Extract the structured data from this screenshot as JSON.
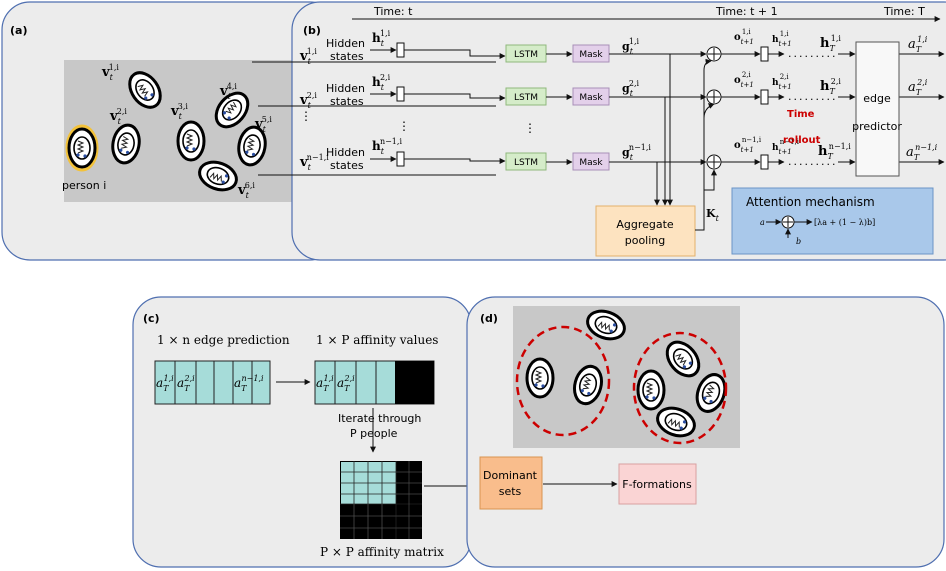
{
  "panel_a": {
    "label": "(a)",
    "vectors": [
      "v",
      "v",
      "v",
      "v",
      "v",
      "v"
    ],
    "vector_subs": [
      "t",
      "t",
      "t",
      "t",
      "t",
      "t"
    ],
    "vector_sups": [
      "1,i",
      "2,i",
      "3,i",
      "4,i",
      "5,i",
      "6,i"
    ],
    "person_label": "person i"
  },
  "panel_b": {
    "label": "(b)",
    "time_t": "Time: t",
    "time_t1": "Time: t + 1",
    "time_T": "Time: T",
    "rows": [
      {
        "v_sup": "1,i",
        "hidden": "Hidden",
        "states": "states",
        "h_sup": "1,i",
        "g_sup": "1,i",
        "o_sup": "1,i",
        "h1_sup": "1,i",
        "hT_sup": "1,i",
        "a_sup": "1,i"
      },
      {
        "v_sup": "2,i",
        "hidden": "Hidden",
        "states": "states",
        "h_sup": "2,i",
        "g_sup": "2,i",
        "o_sup": "2,i",
        "h1_sup": "2,i",
        "hT_sup": "2,i",
        "a_sup": "2,i"
      },
      {
        "v_sup": "n−1,i",
        "hidden": "Hidden",
        "states": "states",
        "h_sup": "n−1,i",
        "g_sup": "n−1,i",
        "o_sup": "n−1,i",
        "h1_sup": "n−1,i",
        "hT_sup": "n−1,i",
        "a_sup": "n−1,i"
      }
    ],
    "lstm": "LSTM",
    "mask": "Mask",
    "time_rollout_1": "Time",
    "time_rollout_2": "rollout",
    "edge_predictor_1": "edge",
    "edge_predictor_2": "predictor",
    "aggregate_1": "Aggregate",
    "aggregate_2": "pooling",
    "k_label": "K",
    "k_sub": "t",
    "attention_title": "Attention mechanism",
    "attention_a": "a",
    "attention_b": "b",
    "attention_formula": "[λa + (1 − λ)b]"
  },
  "panel_c": {
    "label": "(c)",
    "edge_prediction": "1 × n edge prediction",
    "affinity_values": "1 × P affinity values",
    "iterate_1": "Iterate through",
    "iterate_2": "P people",
    "affinity_matrix": "P × P affinity matrix",
    "cell_labels": [
      "a",
      "a",
      "a"
    ],
    "cell_sups": [
      "1,i",
      "2,i",
      "n−1,i"
    ],
    "cell_sub": "T"
  },
  "panel_d": {
    "label": "(d)",
    "dominant_1": "Dominant",
    "dominant_2": "sets",
    "fformations": "F-formations"
  },
  "colors": {
    "panel_bg": "#ececec",
    "scene_bg": "#c8c8c8",
    "lstm": "#d5ecc9",
    "mask": "#e3d0ea",
    "aggregate": "#fde3c0",
    "attention": "#a9c8ea",
    "cell": "#a6dcd9",
    "dominant": "#f9bd8c",
    "fformation": "#fad4d4",
    "red": "#cc0000"
  }
}
